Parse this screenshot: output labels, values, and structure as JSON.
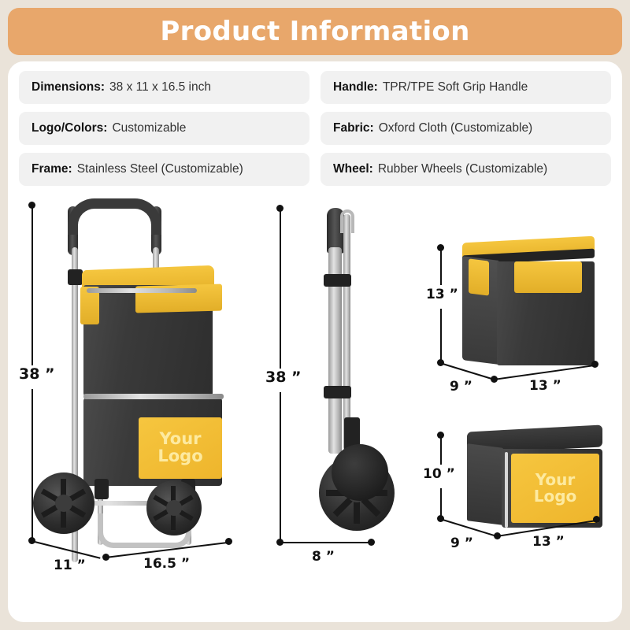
{
  "header": {
    "title": "Product Information",
    "bar_color": "#e8a76b",
    "title_color": "#ffffff"
  },
  "page": {
    "background_color": "#eae3d9",
    "card_color": "#ffffff"
  },
  "specs": [
    {
      "label": "Dimensions:",
      "value": "38 x 11 x 16.5 inch"
    },
    {
      "label": "Handle:",
      "value": "TPR/TPE Soft Grip Handle"
    },
    {
      "label": "Logo/Colors:",
      "value": "Customizable"
    },
    {
      "label": "Fabric:",
      "value": "Oxford Cloth (Customizable)"
    },
    {
      "label": "Frame:",
      "value": "Stainless Steel (Customizable)"
    },
    {
      "label": "Wheel:",
      "value": "Rubber Wheels (Customizable)"
    }
  ],
  "illustrations": {
    "cart_open": {
      "name": "shopping cart with insulated bag, upright view",
      "logo_text_line1": "Your",
      "logo_text_line2": "Logo",
      "dimensions": {
        "height": "38 ”",
        "depth": "11 ”",
        "width": "16.5 ”"
      }
    },
    "cart_folded": {
      "name": "shopping cart folded, side view",
      "dimensions": {
        "height": "38 ”",
        "width": "8 ”"
      }
    },
    "bag_top": {
      "name": "upper insulated bag",
      "dimensions": {
        "height": "13 ”",
        "depth": "9 ”",
        "width": "13 ”"
      }
    },
    "bag_bottom": {
      "name": "lower insulated cooler bag with logo",
      "logo_text_line1": "Your",
      "logo_text_line2": "Logo",
      "dimensions": {
        "height": "10 ”",
        "depth": "9 ”",
        "width": "13 ”"
      }
    }
  },
  "colors": {
    "fabric_black": "#2e2e2e",
    "accent_yellow": "#f0be33",
    "logo_text": "#fdeaa0",
    "frame_steel": "#c9c9c9"
  }
}
